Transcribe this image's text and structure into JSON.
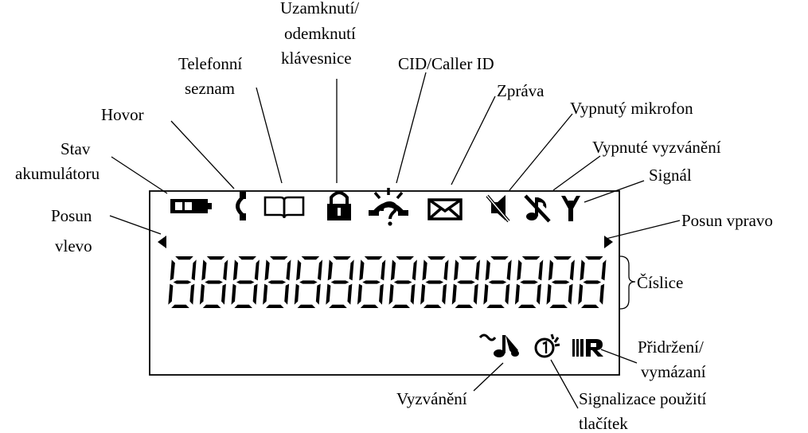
{
  "digit_count": 14,
  "digit_glyph": "8",
  "labels": {
    "stav_line1": "Stav",
    "stav_line2": "akumulátoru",
    "hovor": "Hovor",
    "telefonni_line1": "Telefonní",
    "telefonni_line2": "seznam",
    "uzamk_line1": "Uzamknutí/",
    "uzamk_line2": "odemknutí",
    "uzamk_line3": "klávesnice",
    "cid": "CID/Caller ID",
    "zprava": "Zpráva",
    "mikrofon": "Vypnutý mikrofon",
    "vyzvaneni_off": "Vypnuté vyzvánění",
    "signal": "Signál",
    "posun_vlevo_line1": "Posun",
    "posun_vlevo_line2": "vlevo",
    "posun_vpravo": "Posun vpravo",
    "cislice": "Číslice",
    "prid_line1": "Přidržení/",
    "prid_line2": "vymázaní",
    "vyzvaneni": "Vyzvánění",
    "signalizace_line1": "Signalizace použití",
    "signalizace_line2": "tlačítek"
  },
  "icons": [
    "battery-icon",
    "handset-icon",
    "phonebook-icon",
    "padlock-icon",
    "caller-id-icon",
    "envelope-icon",
    "mic-mute-icon",
    "ringer-off-icon",
    "antenna-icon",
    "arrow-left-icon",
    "arrow-right-icon",
    "ringer-icon",
    "key-press-icon",
    "hold-erase-icon"
  ]
}
